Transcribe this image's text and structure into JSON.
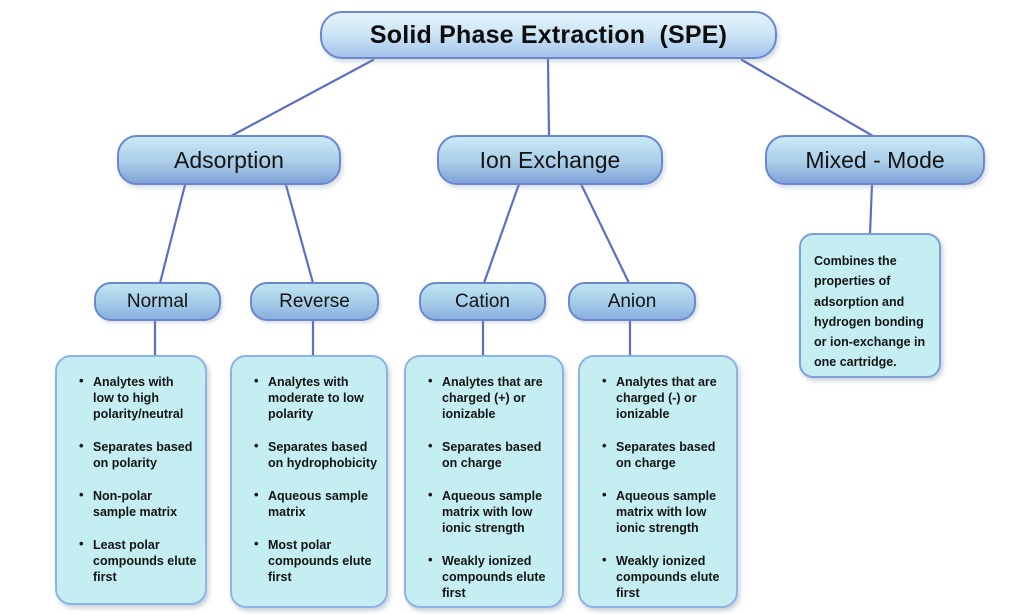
{
  "diagram": {
    "title": "Solid Phase Extraction  (SPE)",
    "colors": {
      "node_border": "#6d87cf",
      "leaf_border": "#8fb3e6",
      "leaf_fill": "#c5eef2",
      "node_gradient_top": "#c9eaf5",
      "node_gradient_bottom": "#7fa3d8",
      "connector_line": "#5c6fc4",
      "text": "#141414",
      "background": "#ffffff"
    },
    "branches": [
      {
        "label": "Adsorption",
        "children": [
          {
            "label": "Normal",
            "bullets": [
              "Analytes with low to high polarity/neutral",
              "Separates based on polarity",
              "Non-polar sample matrix",
              "Least polar compounds elute first"
            ]
          },
          {
            "label": "Reverse",
            "bullets": [
              "Analytes with moderate to low polarity",
              "Separates based on hydrophobicity",
              "Aqueous sample matrix",
              "Most polar compounds elute first"
            ]
          }
        ]
      },
      {
        "label": "Ion Exchange",
        "children": [
          {
            "label": "Cation",
            "bullets": [
              "Analytes that are charged (+) or ionizable",
              "Separates based on charge",
              "Aqueous sample matrix with low ionic strength",
              "Weakly ionized compounds elute first"
            ]
          },
          {
            "label": "Anion",
            "bullets": [
              "Analytes that are charged (-) or ionizable",
              "Separates based on charge",
              "Aqueous sample matrix with low ionic strength",
              "Weakly ionized compounds elute first"
            ]
          }
        ]
      },
      {
        "label": "Mixed - Mode",
        "note": "Combines the properties of adsorption and hydrogen bonding or ion-exchange in one cartridge."
      }
    ]
  }
}
